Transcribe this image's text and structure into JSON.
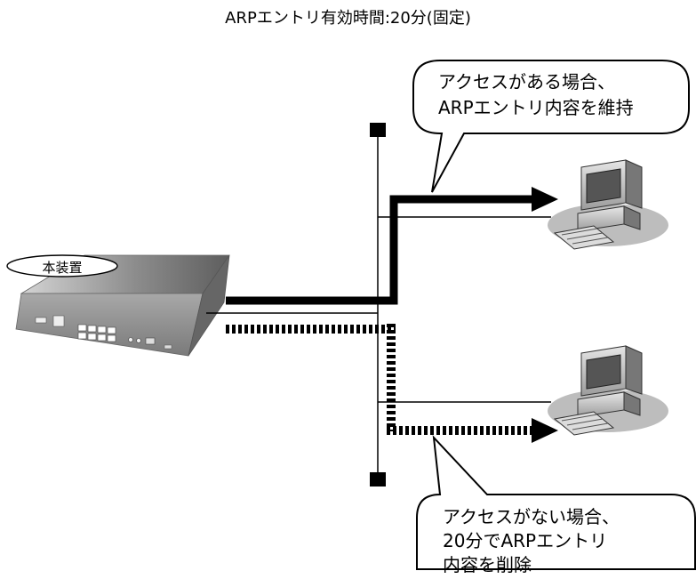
{
  "title": "ARPエントリ有効時間:20分(固定)",
  "device_label": "本装置",
  "bubble_top": {
    "line1": "アクセスがある場合、",
    "line2": "ARPエントリ内容を維持"
  },
  "bubble_bottom": {
    "line1": "アクセスがない場合、",
    "line2": "20分でARPエントリ",
    "line3": "内容を削除"
  },
  "icons": {
    "device": "network-appliance-icon",
    "pc_top": "desktop-computer-icon",
    "pc_bottom": "desktop-computer-icon"
  },
  "colors": {
    "ink": "#000000",
    "device_body": "#8a8a8a",
    "pc_shadow": "#bdbdbd"
  }
}
